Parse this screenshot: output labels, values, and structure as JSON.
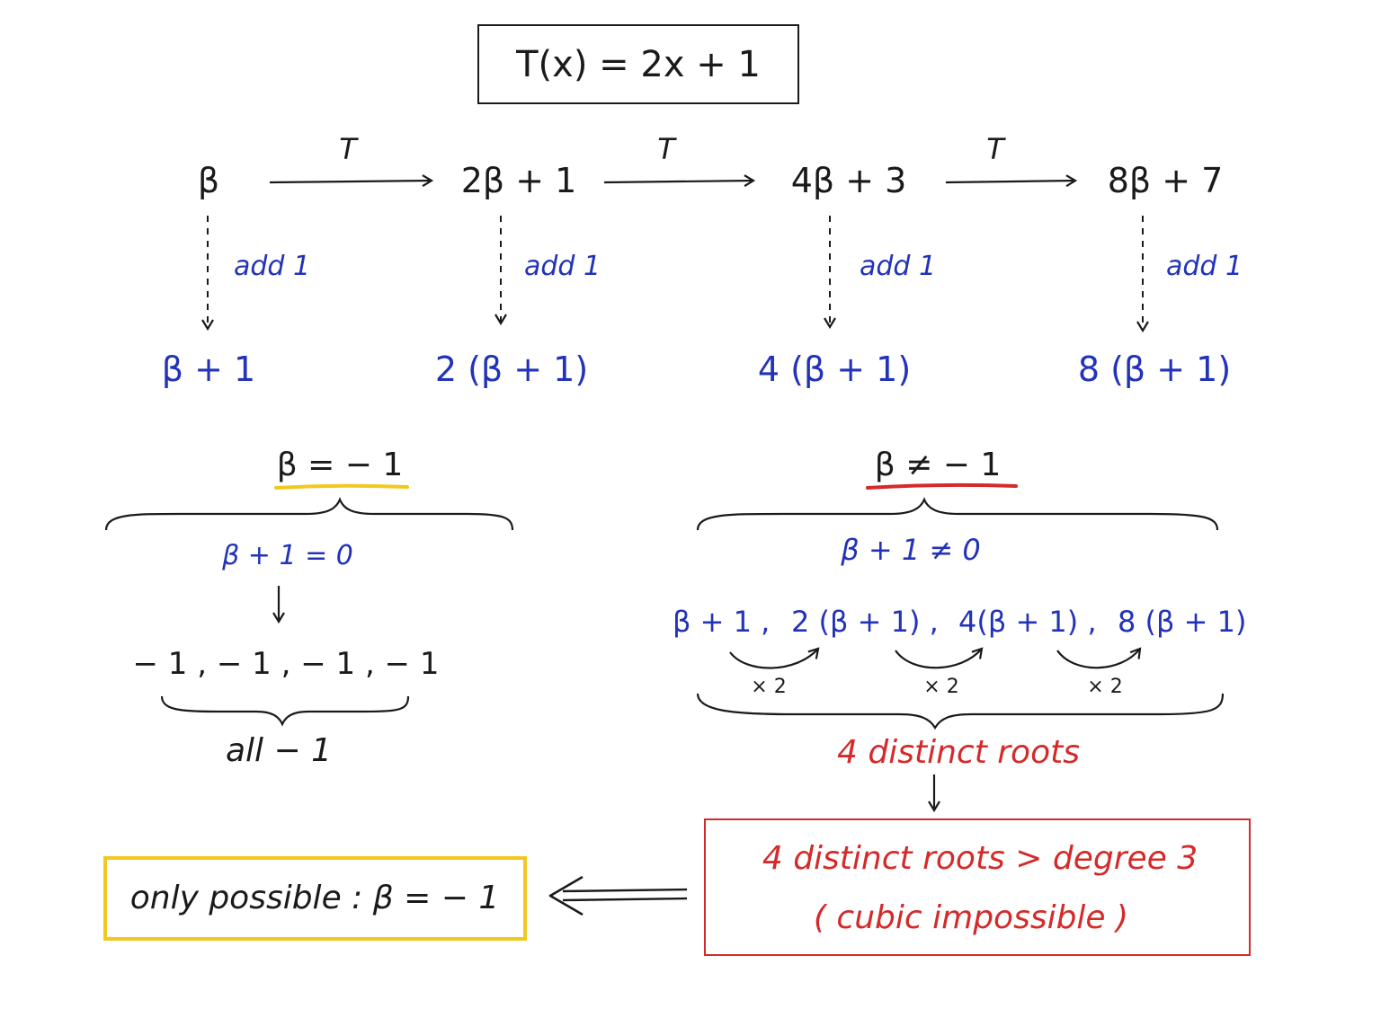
{
  "colors": {
    "ink": "#1a1a1a",
    "blue": "#2233b8",
    "red": "#d42a2a",
    "yellow": "#f2c81e"
  },
  "formula": "T(x) = 2x + 1",
  "chain": {
    "arrow_label": "T",
    "terms": [
      "β",
      "2β + 1",
      "4β + 3",
      "8β + 7"
    ],
    "step_label": "add 1",
    "results": [
      "β + 1",
      "2 (β + 1)",
      "4 (β + 1)",
      "8 (β + 1)"
    ]
  },
  "case_equal": {
    "condition": "β = − 1",
    "implication": "β + 1 = 0",
    "values": "− 1 , − 1 , − 1 , − 1",
    "summary": "all  − 1"
  },
  "case_not_equal": {
    "condition": "β ≠ − 1",
    "implication": "β + 1 ≠ 0",
    "sequence": [
      "β + 1 ,",
      "2 (β + 1) ,",
      "4(β + 1) ,",
      "8 (β + 1)"
    ],
    "multiplier": "× 2",
    "summary": "4  distinct  roots"
  },
  "contradiction": {
    "line1": "4  distinct  roots  >  degree  3",
    "line2": "( cubic  impossible )"
  },
  "conclusion": "only  possible  :  β = − 1"
}
